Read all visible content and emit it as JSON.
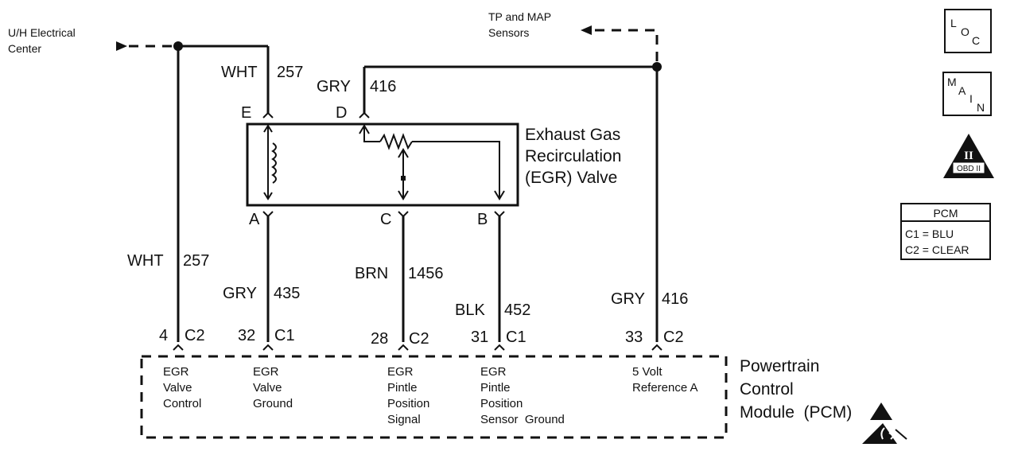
{
  "source_labels": {
    "uh_center_line1": "U/H Electrical",
    "uh_center_line2": "Center",
    "tp_map_line1": "TP and MAP",
    "tp_map_line2": "Sensors"
  },
  "wire_labels": {
    "wht257_top_color": "WHT",
    "wht257_top_num": "257",
    "gry416_top_color": "GRY",
    "gry416_top_num": "416",
    "wht257_left_color": "WHT",
    "wht257_left_num": "257",
    "gry435_color": "GRY",
    "gry435_num": "435",
    "brn1456_color": "BRN",
    "brn1456_num": "1456",
    "blk452_color": "BLK",
    "blk452_num": "452",
    "gry416_right_color": "GRY",
    "gry416_right_num": "416"
  },
  "valve": {
    "label_line1": "Exhaust Gas",
    "label_line2": "Recirculation",
    "label_line3": "(EGR) Valve",
    "pin_e": "E",
    "pin_d": "D",
    "pin_a": "A",
    "pin_c": "C",
    "pin_b": "B"
  },
  "pcm_pins": [
    {
      "num": "4",
      "conn": "C2"
    },
    {
      "num": "32",
      "conn": "C1"
    },
    {
      "num": "28",
      "conn": "C2"
    },
    {
      "num": "31",
      "conn": "C1"
    },
    {
      "num": "33",
      "conn": "C2"
    }
  ],
  "pcm_functions": [
    [
      "EGR",
      "Valve",
      "Control"
    ],
    [
      "EGR",
      "Valve",
      "Ground"
    ],
    [
      "EGR",
      "Pintle",
      "Position",
      "Signal"
    ],
    [
      "EGR",
      "Pintle",
      "Position",
      "Sensor  Ground"
    ],
    [
      "5 Volt",
      "Reference A"
    ]
  ],
  "pcm_label": {
    "line1": "Powertrain",
    "line2": "Control",
    "line3": "Module  (PCM)"
  },
  "side_icons": {
    "loc_letters": [
      "L",
      "O",
      "C"
    ],
    "main_letters": [
      "M",
      "A",
      "I",
      "N"
    ],
    "obd_roman": "II",
    "obd_text": "OBD II",
    "esd_icon": "esd-warning-icon"
  },
  "legend": {
    "title": "PCM",
    "row1": "C1 = BLU",
    "row2": "C2 = CLEAR"
  }
}
